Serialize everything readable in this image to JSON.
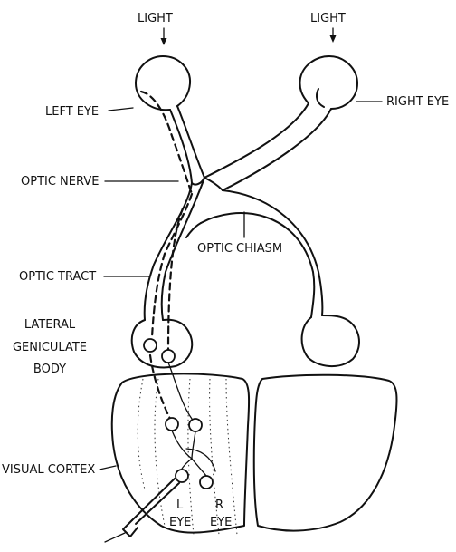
{
  "labels": {
    "light_left": "LIGHT",
    "light_right": "LIGHT",
    "left_eye": "LEFT EYE",
    "right_eye": "RIGHT EYE",
    "optic_nerve": "OPTIC NERVE",
    "optic_chiasm": "OPTIC CHIASM",
    "optic_tract": "OPTIC TRACT",
    "lgb_line1": "LATERAL",
    "lgb_line2": "GENICULATE",
    "lgb_line3": "BODY",
    "visual_cortex": "VISUAL CORTEX",
    "col_l_1": "L",
    "col_l_2": "EYE",
    "col_r_1": "R",
    "col_r_2": "EYE"
  }
}
